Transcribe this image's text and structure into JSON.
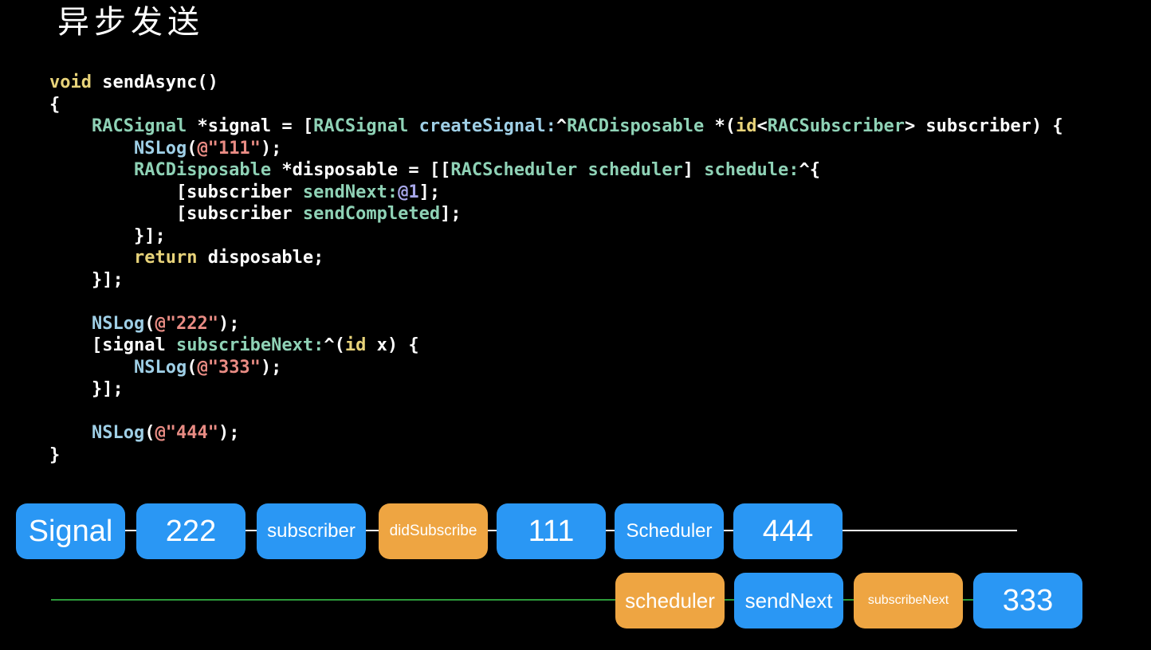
{
  "title": "异步发送",
  "code": [
    [
      {
        "t": "void",
        "c": "kw"
      },
      {
        "t": " sendAsync()",
        "c": "pl"
      }
    ],
    [
      {
        "t": "{",
        "c": "pl"
      }
    ],
    [
      {
        "t": "    ",
        "c": "pl"
      },
      {
        "t": "RACSignal",
        "c": "ty"
      },
      {
        "t": " *signal = [",
        "c": "pl"
      },
      {
        "t": "RACSignal",
        "c": "ty"
      },
      {
        "t": " ",
        "c": "pl"
      },
      {
        "t": "createSignal:",
        "c": "fn"
      },
      {
        "t": "^",
        "c": "pl"
      },
      {
        "t": "RACDisposable",
        "c": "ty"
      },
      {
        "t": " *(",
        "c": "pl"
      },
      {
        "t": "id",
        "c": "kw"
      },
      {
        "t": "<",
        "c": "pl"
      },
      {
        "t": "RACSubscriber",
        "c": "ty"
      },
      {
        "t": "> subscriber) {",
        "c": "pl"
      }
    ],
    [
      {
        "t": "        ",
        "c": "pl"
      },
      {
        "t": "NSLog",
        "c": "fn"
      },
      {
        "t": "(",
        "c": "pl"
      },
      {
        "t": "@\"111\"",
        "c": "st"
      },
      {
        "t": ");",
        "c": "pl"
      }
    ],
    [
      {
        "t": "        ",
        "c": "pl"
      },
      {
        "t": "RACDisposable",
        "c": "ty"
      },
      {
        "t": " *disposable = [[",
        "c": "pl"
      },
      {
        "t": "RACScheduler",
        "c": "ty"
      },
      {
        "t": " ",
        "c": "pl"
      },
      {
        "t": "scheduler",
        "c": "ty"
      },
      {
        "t": "] ",
        "c": "pl"
      },
      {
        "t": "schedule:",
        "c": "ty"
      },
      {
        "t": "^{",
        "c": "pl"
      }
    ],
    [
      {
        "t": "            [subscriber ",
        "c": "pl"
      },
      {
        "t": "sendNext:",
        "c": "ty"
      },
      {
        "t": "@1",
        "c": "nu"
      },
      {
        "t": "];",
        "c": "pl"
      }
    ],
    [
      {
        "t": "            [subscriber ",
        "c": "pl"
      },
      {
        "t": "sendCompleted",
        "c": "ty"
      },
      {
        "t": "];",
        "c": "pl"
      }
    ],
    [
      {
        "t": "        }];",
        "c": "pl"
      }
    ],
    [
      {
        "t": "        ",
        "c": "pl"
      },
      {
        "t": "return",
        "c": "kw"
      },
      {
        "t": " disposable;",
        "c": "pl"
      }
    ],
    [
      {
        "t": "    }];",
        "c": "pl"
      }
    ],
    [
      {
        "t": "",
        "c": "pl"
      }
    ],
    [
      {
        "t": "    ",
        "c": "pl"
      },
      {
        "t": "NSLog",
        "c": "fn"
      },
      {
        "t": "(",
        "c": "pl"
      },
      {
        "t": "@\"222\"",
        "c": "st"
      },
      {
        "t": ");",
        "c": "pl"
      }
    ],
    [
      {
        "t": "    [signal ",
        "c": "pl"
      },
      {
        "t": "subscribeNext:",
        "c": "ty"
      },
      {
        "t": "^(",
        "c": "pl"
      },
      {
        "t": "id",
        "c": "kw"
      },
      {
        "t": " x) {",
        "c": "pl"
      }
    ],
    [
      {
        "t": "        ",
        "c": "pl"
      },
      {
        "t": "NSLog",
        "c": "fn"
      },
      {
        "t": "(",
        "c": "pl"
      },
      {
        "t": "@\"333\"",
        "c": "st"
      },
      {
        "t": ");",
        "c": "pl"
      }
    ],
    [
      {
        "t": "    }];",
        "c": "pl"
      }
    ],
    [
      {
        "t": "",
        "c": "pl"
      }
    ],
    [
      {
        "t": "    ",
        "c": "pl"
      },
      {
        "t": "NSLog",
        "c": "fn"
      },
      {
        "t": "(",
        "c": "pl"
      },
      {
        "t": "@\"444\"",
        "c": "st"
      },
      {
        "t": ");",
        "c": "pl"
      }
    ],
    [
      {
        "t": "}",
        "c": "pl"
      }
    ]
  ],
  "timeline": {
    "row1": [
      {
        "label": "Signal",
        "color": "blue"
      },
      {
        "label": "222",
        "color": "blue"
      },
      {
        "label": "subscriber",
        "color": "blue"
      },
      {
        "label": "didSubscribe",
        "color": "orange"
      },
      {
        "label": "111",
        "color": "blue"
      },
      {
        "label": "Scheduler",
        "color": "blue"
      },
      {
        "label": "444",
        "color": "blue"
      }
    ],
    "row2": [
      {
        "label": "scheduler",
        "color": "orange"
      },
      {
        "label": "sendNext",
        "color": "blue"
      },
      {
        "label": "subscribeNext",
        "color": "orange"
      },
      {
        "label": "333",
        "color": "blue"
      }
    ]
  },
  "colors": {
    "blue": "#2a97f4",
    "orange": "#eea542",
    "row1_line": "#ffffff",
    "row2_line": "#2c9a3a",
    "background": "#000000"
  }
}
